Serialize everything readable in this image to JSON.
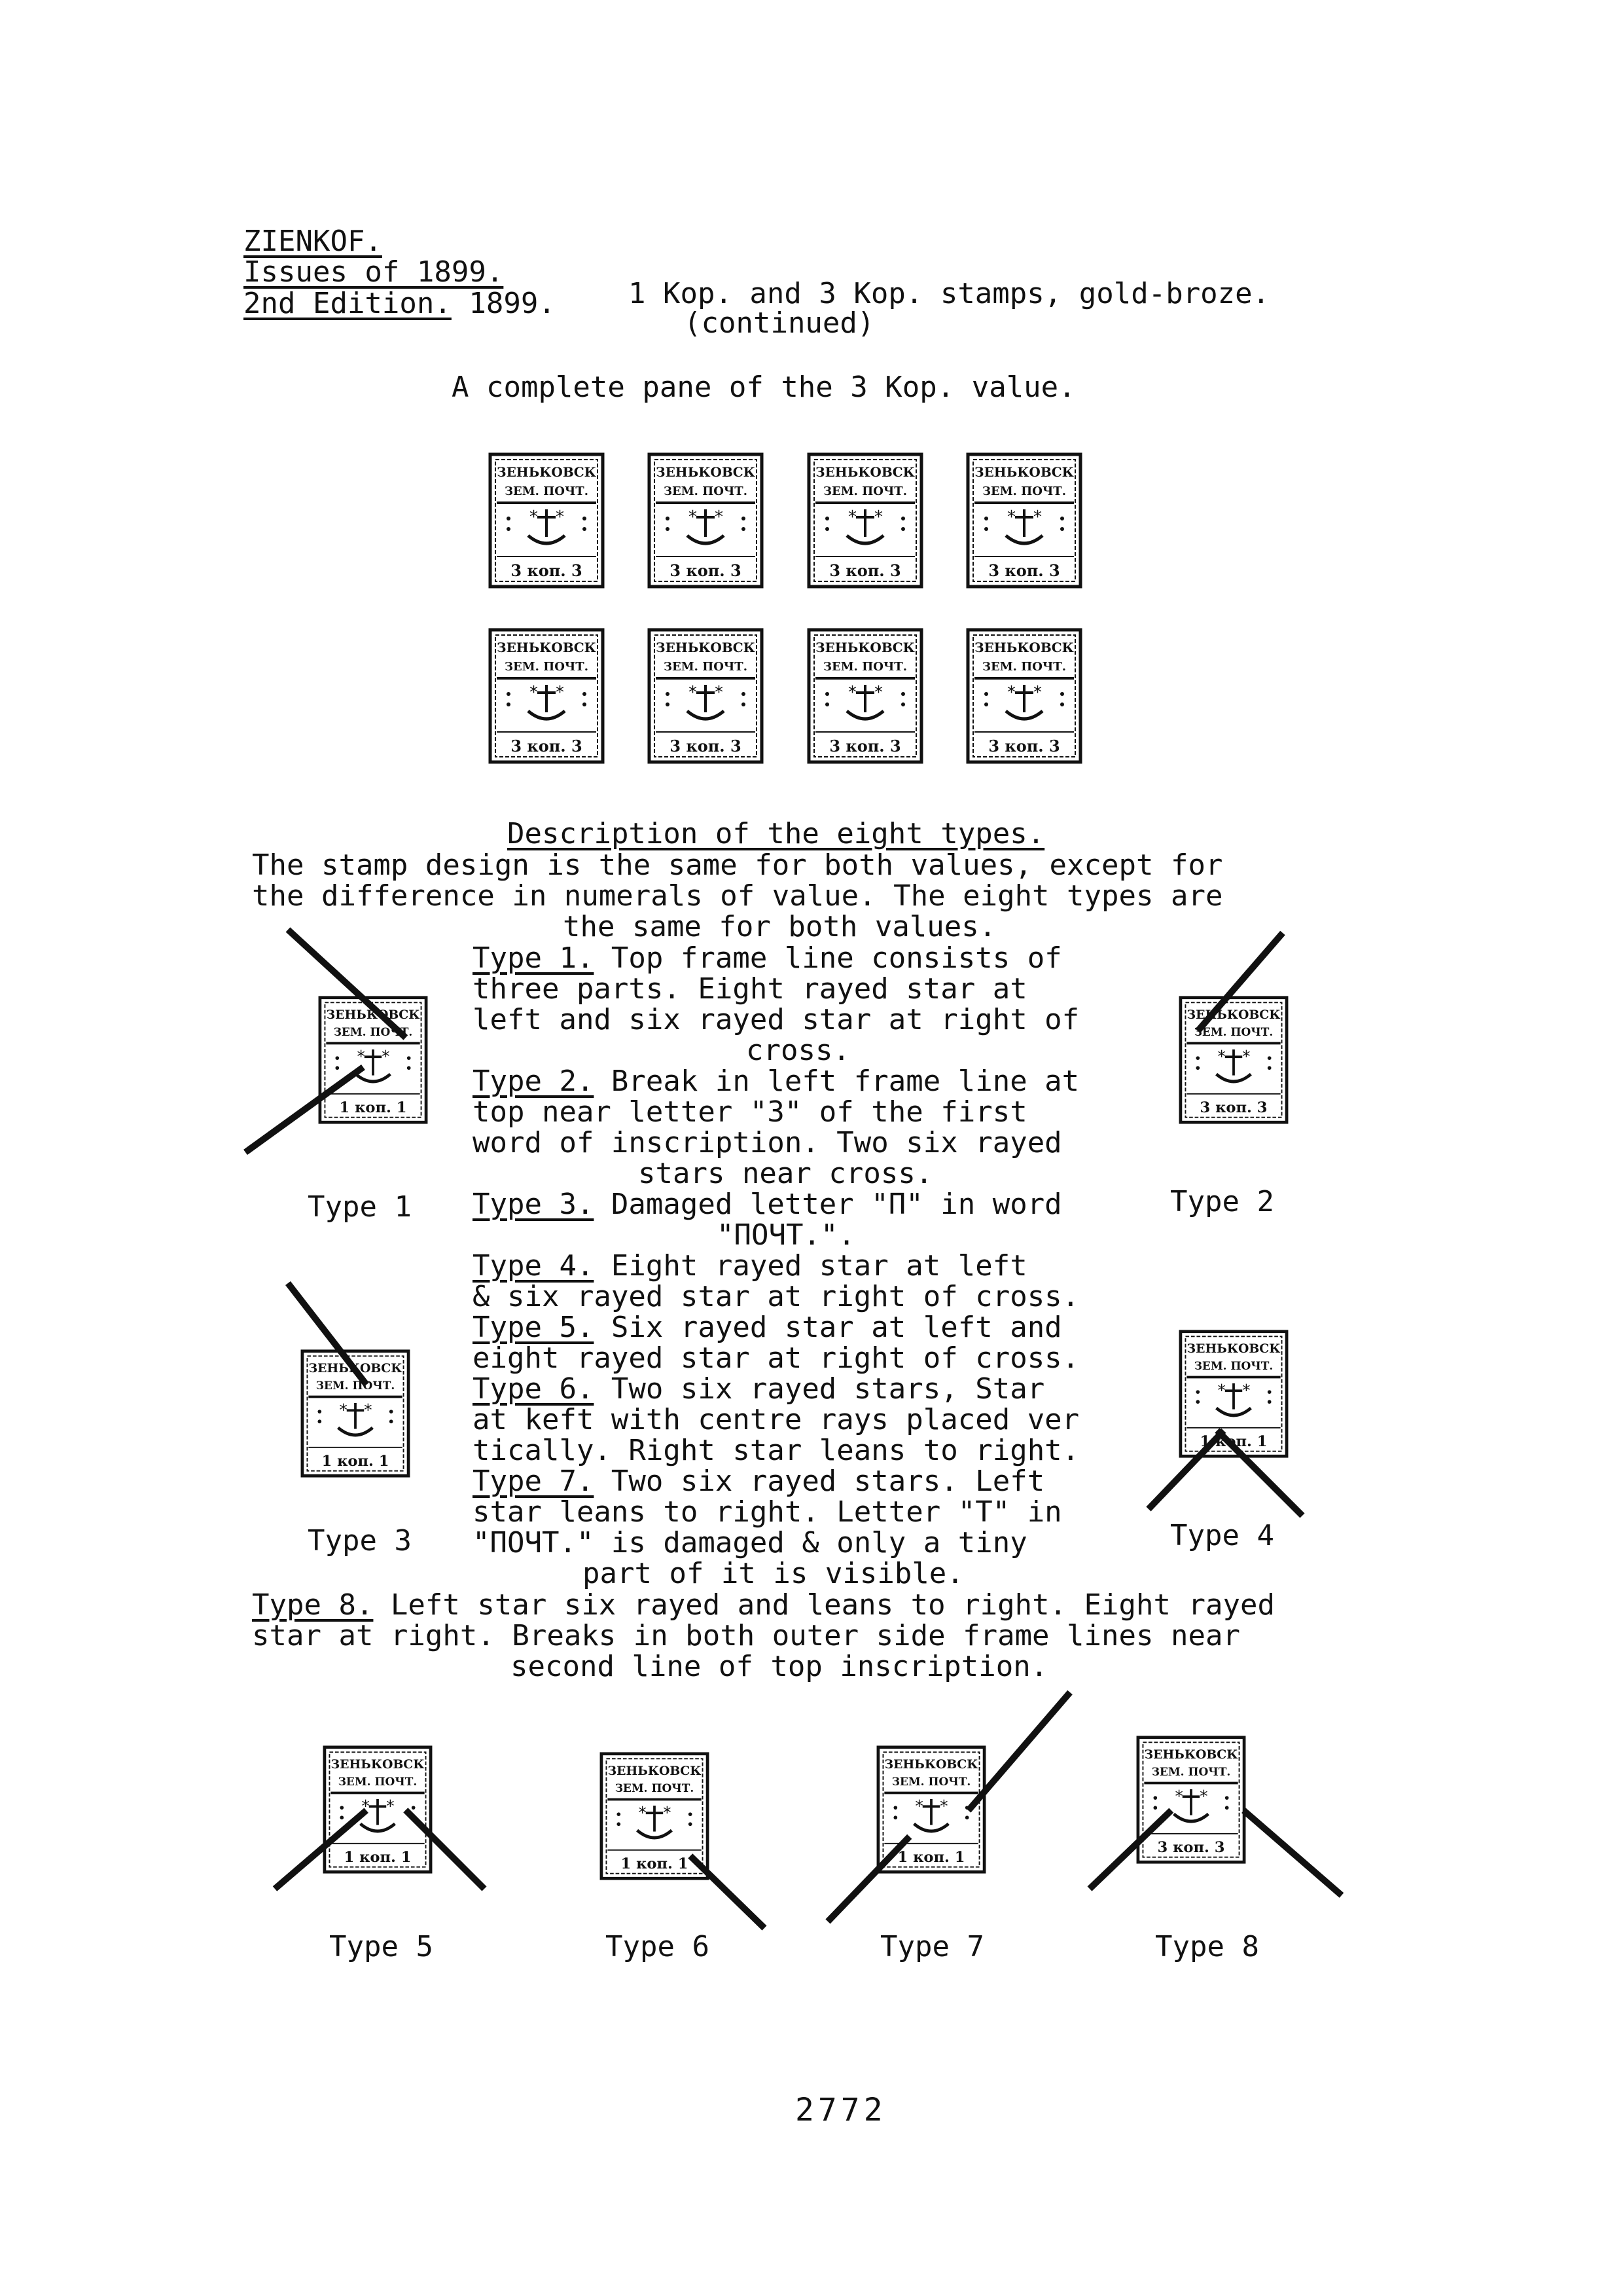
{
  "header": {
    "title": "ZIENKOF.",
    "issues": "Issues of 1899.",
    "edition": "2nd Edition.",
    "year": "1899.",
    "subtitle": "1 Kop. and 3 Kop. stamps, gold-broze.",
    "continued": "(continued)"
  },
  "pane_caption": "A complete pane of the  3 Kop. value.",
  "stamp_text": {
    "line1": "ЗЕНЬКОВСК",
    "line2": "ЗЕМ. ПОЧТ.",
    "value3": "3 коп. 3",
    "value1": "1 коп. 1"
  },
  "description": {
    "heading": "Description of the eight types.",
    "intro1": "The stamp design  is the same for  both values,  except for",
    "intro2": "the difference  in numerals of value.  The eight types are",
    "intro3": "the same for both values."
  },
  "types": {
    "t1_label": "Type 1.",
    "t1_l1": " Top frame  line consists of",
    "t1_l2": "three parts.  Eight rayed  star at",
    "t1_l3": "left and six rayed star at right of",
    "t1_l4": "cross.",
    "t2_label": "Type 2.",
    "t2_l1": " Break in left frame line at",
    "t2_l2": "top near  letter  \"З\" of  the first",
    "t2_l3": "word of inscription.  Two six rayed",
    "t2_l4": "stars near cross.",
    "t3_label": "Type 3.",
    "t3_l1": " Damaged letter \"П\" in word",
    "t3_l2": "\"ПОЧТ.\".",
    "t4_label": "Type 4.",
    "t4_l1": " Eight  rayed  star at  left",
    "t4_l2": "& six rayed star at right of cross.",
    "t5_label": "Type 5.",
    "t5_l1": " Six rayed star  at left and",
    "t5_l2": "eight rayed star at right of cross.",
    "t6_label": "Type 6.",
    "t6_l1": " Two six rayed stars,   Star",
    "t6_l2": "at keft with centre rays placed ver",
    "t6_l3": "tically. Right star leans to right.",
    "t7_label": "Type 7.",
    "t7_l1": " Two six rayed stars.   Left",
    "t7_l2": "star leans to right.  Letter \"T\" in",
    "t7_l3": "\"ПОЧТ.\" is damaged  & only a tiny",
    "t7_l4": "part of it  is visible.",
    "t8_label": "Type 8.",
    "t8_l1": " Left star six rayed and leans to right. Eight rayed",
    "t8_l2": "star at right.   Breaks in both outer side frame lines near",
    "t8_l3": "second line of top inscription."
  },
  "captions": {
    "type1": "Type 1",
    "type2": "Type 2",
    "type3": "Type 3",
    "type4": "Type 4",
    "type5": "Type 5",
    "type6": "Type 6",
    "type7": "Type 7",
    "type8": "Type 8"
  },
  "page_number": "2772"
}
